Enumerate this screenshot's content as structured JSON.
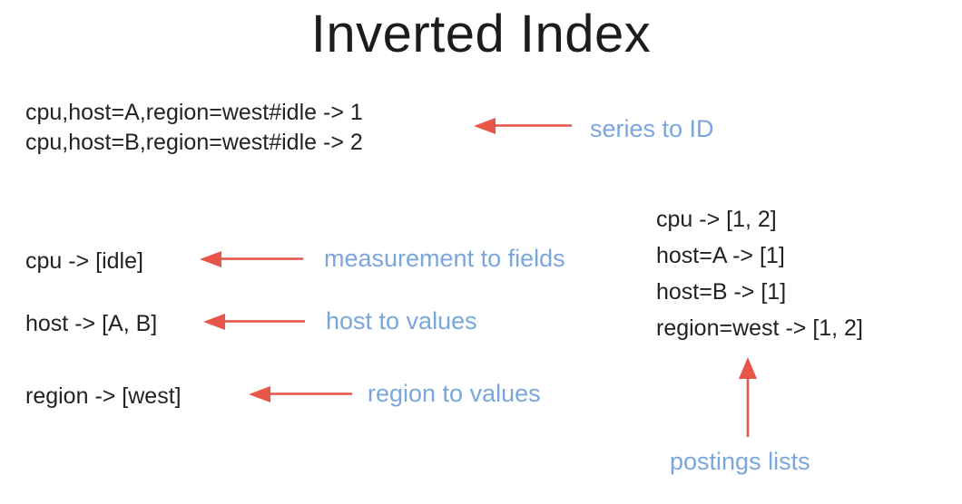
{
  "slide": {
    "title": "Inverted Index",
    "background_color": "#ffffff",
    "text_color": "#232323",
    "note_color": "#7aa6dd",
    "arrow_color": "#e8564a"
  },
  "series_to_id": {
    "lines": [
      "cpu,host=A,region=west#idle -> 1",
      "cpu,host=B,region=west#idle -> 2"
    ],
    "note": "series to ID"
  },
  "mappings": [
    {
      "key": "cpu -> [idle]",
      "note": "measurement to fields"
    },
    {
      "key": "host -> [A, B]",
      "note": "host to values"
    },
    {
      "key": "region -> [west]",
      "note": "region to values"
    }
  ],
  "postings": {
    "lines": [
      "cpu -> [1, 2]",
      "host=A -> [1]",
      "host=B -> [1]",
      "region=west -> [1, 2]"
    ],
    "note": "postings lists"
  }
}
